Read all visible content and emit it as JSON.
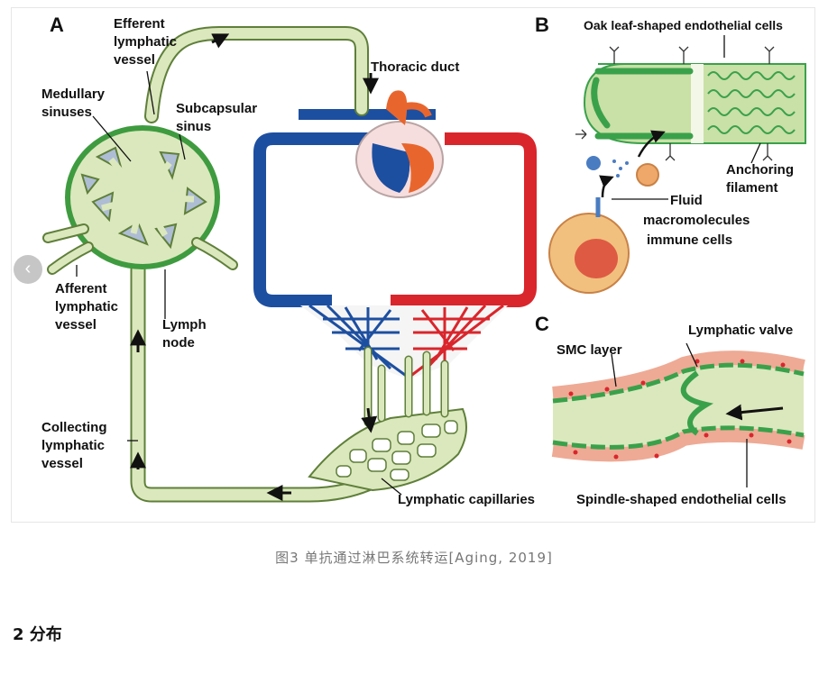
{
  "figure": {
    "panel_a": {
      "letter": "A",
      "efferent": [
        "Efferent",
        "lymphatic",
        "vessel"
      ],
      "medullary": [
        "Medullary",
        "sinuses"
      ],
      "subcapsular": [
        "Subcapsular",
        "sinus"
      ],
      "thoracic": "Thoracic duct",
      "afferent": [
        "Afferent",
        "lymphatic",
        "vessel"
      ],
      "lymph_node": [
        "Lymph",
        "node"
      ],
      "collecting": [
        "Collecting",
        "lymphatic",
        "vessel"
      ],
      "capillaries": "Lymphatic capillaries"
    },
    "panel_b": {
      "letter": "B",
      "oak": "Oak leaf-shaped endothelial cells",
      "anchoring": [
        "Anchoring",
        "filament"
      ],
      "fluid": [
        "Fluid",
        "macromolecules",
        "immune cells"
      ]
    },
    "panel_c": {
      "letter": "C",
      "smc": "SMC layer",
      "valve": "Lymphatic valve",
      "spindle": "Spindle-shaped endothelial cells"
    }
  },
  "carousel": {
    "prev_icon": "‹"
  },
  "caption": "图3 单抗通过淋巴系统转运[Aging, 2019]",
  "section_heading": "2  分布",
  "colors": {
    "lymph_fill": "#dbe8bd",
    "lymph_stroke": "#5f7f3a",
    "node_green": "#3f9b3f",
    "venous_blue": "#1d4fa0",
    "arterial_red": "#d9262c",
    "heart_orange": "#e8662d",
    "cell_green": "#3aa14b",
    "smc_pink": "#eeaa95"
  }
}
